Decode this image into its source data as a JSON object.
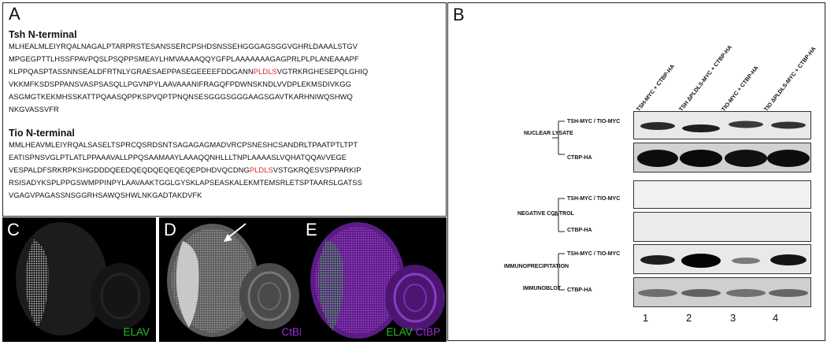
{
  "panel_a": {
    "letter": "A",
    "tsh": {
      "heading": "Tsh N-terminal",
      "lines": [
        {
          "pre": "MLHEALMLEIYRQALNAGALPTARPRSTESANSSERCPSHDSNSSEHGGGAGSGGVGHRLDAAALSTGV",
          "motif": "",
          "post": ""
        },
        {
          "pre": "MPGEGPTTLHSSFPAVPQSLPSQPPSMEAYLHMVAAAAQQYGFPLAAAAAAAGAGPRLPLPLANEAAAPF",
          "motif": "",
          "post": ""
        },
        {
          "pre": "KLPPQASPTASSNNSEALDFRTNLYGRAESAEPPASEGEEEEFDDGANN",
          "motif": "PLDLS",
          "post": "VGTRKRGHESEPQLGHIQ"
        },
        {
          "pre": "VKKMFKSDSPPANSVASPSASQLLPGVNPYLAAVAAANIFRAGQFPDWNSKNDLVVDPLEKMSDIVKGG",
          "motif": "",
          "post": ""
        },
        {
          "pre": "ASGMGTKEKMHSSKATTPQAASQPPKSPVQPTPNQNSESGGGSGGGAAGSGAVTKARHNIWQSHWQ",
          "motif": "",
          "post": ""
        },
        {
          "pre": "NKGVASSVFR",
          "motif": "",
          "post": ""
        }
      ]
    },
    "tio": {
      "heading": "Tio N-terminal",
      "lines": [
        {
          "pre": "MMLHEAVMLEIYRQALSASELTSPRCQSRDSNTSAGAGAGMADVRCPSNESHCSANDRLTPAATPTLTPT",
          "motif": "",
          "post": ""
        },
        {
          "pre": "EATISPNSVGLPTLATLPPAAAVALLPPQSAAMAAYLAAAQQNHLLLTNPLAAAASLVQHATQQAVVEGE",
          "motif": "",
          "post": ""
        },
        {
          "pre": "VESPALDFSRKRPKSHGDDDQEEDQEQDQEQEQEQEPDHDVQCDNG",
          "motif": "PLDLS",
          "post": "VSTGKRQESVSPPARKIP"
        },
        {
          "pre": "RSISADYKSPLPPGSWMPPINPYLAAVAAKTGGLGYSKLAPSEASKALEKMTEMSRLETSPTAARSLGATSS",
          "motif": "",
          "post": ""
        },
        {
          "pre": "VGAGVPAGASSNSGGRHSAWQSHWLNKGADTAKDVFK",
          "motif": "",
          "post": ""
        }
      ]
    },
    "motif_color": "#e8202a"
  },
  "micrographs": [
    {
      "letter": "C",
      "label_1": "ELAV",
      "label_2": ""
    },
    {
      "letter": "D",
      "label_1": "CtBP",
      "label_2": ""
    },
    {
      "letter": "E",
      "label_1": "ELAV",
      "label_2": "CtBP"
    }
  ],
  "colors": {
    "elav_green": "#22c022",
    "ctbp_purple": "#9a30d8"
  },
  "panel_b": {
    "letter": "B",
    "columns": [
      "TSH-MYC + CTBP-HA",
      "TSH ΔPLDLS-MYC + CTBP-HA",
      "TIO-MYC + CTBP-HA",
      "TIO ΔPLDLS-MYC + CTBP-HA"
    ],
    "groups": [
      "NUCLEAR LYSATE",
      "NEGATIVE CONTROL",
      "IMMUNOPRECIPITATION",
      "IMMUNOBLOT"
    ],
    "row_labels": {
      "myc": "TSH-MYC / TIO-MYC",
      "ha": "CTBP-HA"
    },
    "lanes": [
      "1",
      "2",
      "3",
      "4"
    ]
  }
}
